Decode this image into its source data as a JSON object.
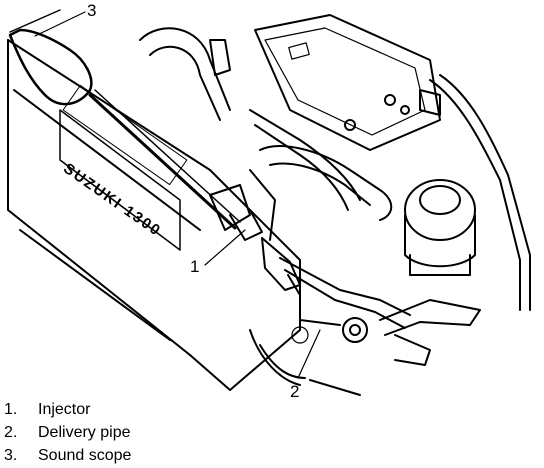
{
  "diagram": {
    "engine_mark": "SUZUKI 1300",
    "callouts": [
      {
        "id": "1",
        "text": "1"
      },
      {
        "id": "2",
        "text": "2"
      },
      {
        "id": "3",
        "text": "3"
      }
    ],
    "legend": [
      {
        "number": "1.",
        "label": "Injector"
      },
      {
        "number": "2.",
        "label": "Delivery pipe"
      },
      {
        "number": "3.",
        "label": "Sound scope"
      }
    ],
    "colors": {
      "ink": "#000000",
      "paper": "#ffffff"
    }
  }
}
